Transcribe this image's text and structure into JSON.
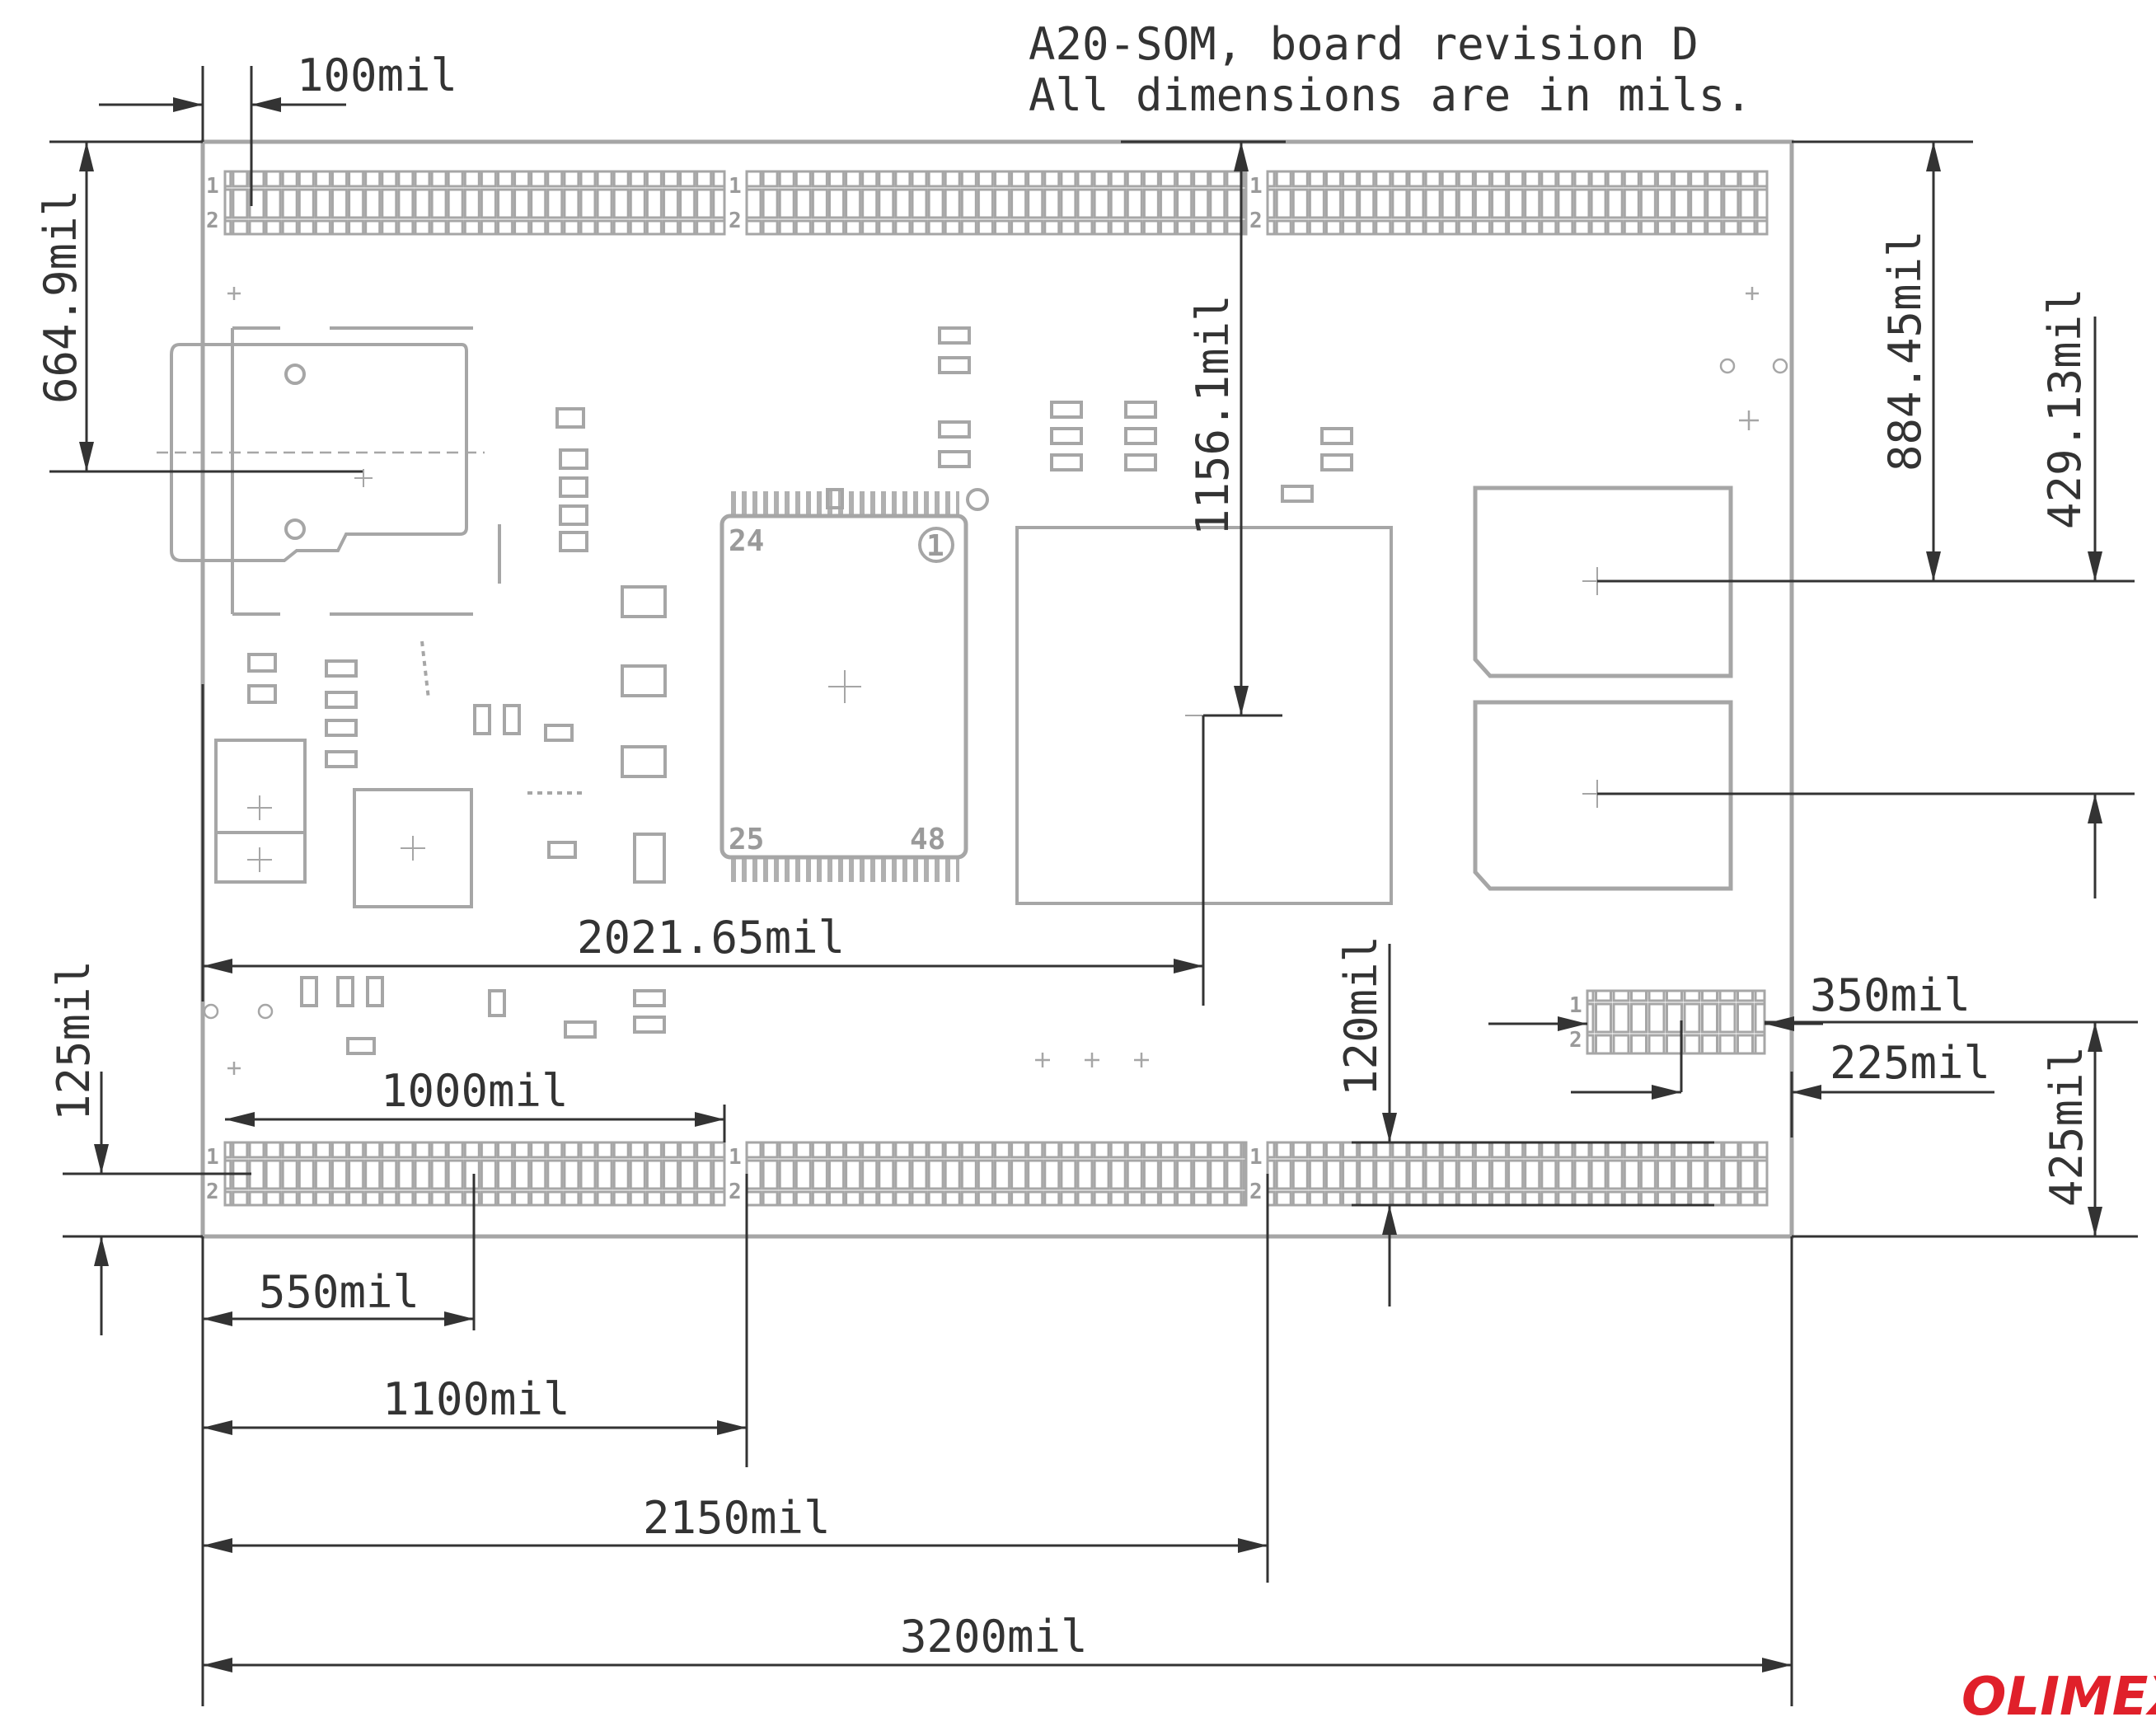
{
  "title": {
    "line1": "A20-SOM, board revision D",
    "line2": "All dimensions are in mils."
  },
  "dimensions": {
    "board_width": "3200mil",
    "conn_col1": "100mil",
    "sd_offset": "664.9mil",
    "som_center_y": "1156.1mil",
    "ram1_y": "884.45mil",
    "ram_pitch": "429.13mil",
    "som_center_x": "2021.65mil",
    "bottom_header_y": "125mil",
    "header_len": "1000mil",
    "small_header_x": "350mil",
    "small_header_gap": "225mil",
    "pin_spacing": "120mil",
    "small_header_y": "425mil",
    "pin1_x": "550mil",
    "conn2_x": "1100mil",
    "conn3_x": "2150mil"
  },
  "pin_labels": {
    "one": "1",
    "two": "2"
  },
  "ic_labels": {
    "p24": "24",
    "p25": "25",
    "p48": "48",
    "p1": "1"
  },
  "colors": {
    "board": "#a6a6a6",
    "dimension": "#333333",
    "brand": "#e0202a"
  },
  "logo": "OLIMEX"
}
